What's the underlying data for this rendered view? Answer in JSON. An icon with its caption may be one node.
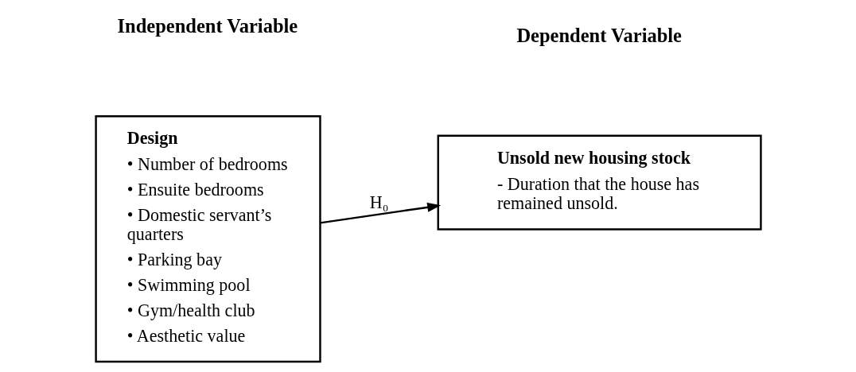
{
  "diagram": {
    "nodes": [
      {
        "text": [
          "Design",
          "• Number of bedrooms",
          "• Ensuite bedrooms",
          "• Domestic servant’s quarters",
          "• Parking bay",
          "• Swimming pool",
          "• Gym/health club",
          "• Aesthetic value"
        ]
      },
      {
        "text": [
          "Unsold new housing stock",
          "- Duration that the house has remained unsold."
        ]
      }
    ],
    "edges": [
      {
        "from": 0,
        "to": 1,
        "arrow": "to",
        "label": "H₀"
      }
    ],
    "labels": [
      "Independent Variable",
      "Dependent Variable"
    ]
  }
}
